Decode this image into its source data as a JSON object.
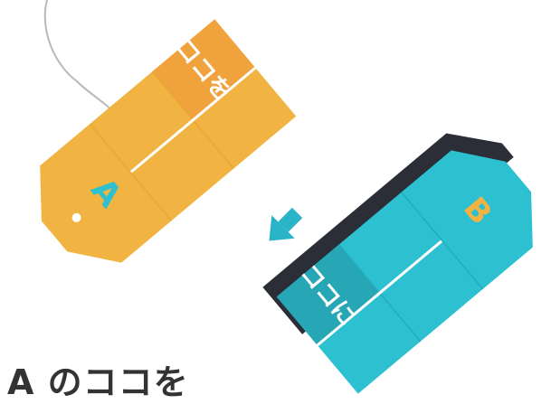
{
  "colors": {
    "tag_a": "#f1b341",
    "tag_a_target": "#f0a23c",
    "tag_a_fold": "#e9a735",
    "tag_b": "#2cc0d0",
    "tag_b_target": "#27a6b5",
    "tag_b_fold": "#22adbc",
    "tag_b_shadow": "#2b2e36",
    "arrow": "#2ab4c8",
    "string": "#b9b9b9",
    "caption": "#333333"
  },
  "tag_a": {
    "letter": "A",
    "target_text": "ココを"
  },
  "tag_b": {
    "letter": "B",
    "target_text": "ココに"
  },
  "arrow": {
    "icon": "down-right-arrow-icon"
  },
  "caption": {
    "text": "A のココを"
  }
}
